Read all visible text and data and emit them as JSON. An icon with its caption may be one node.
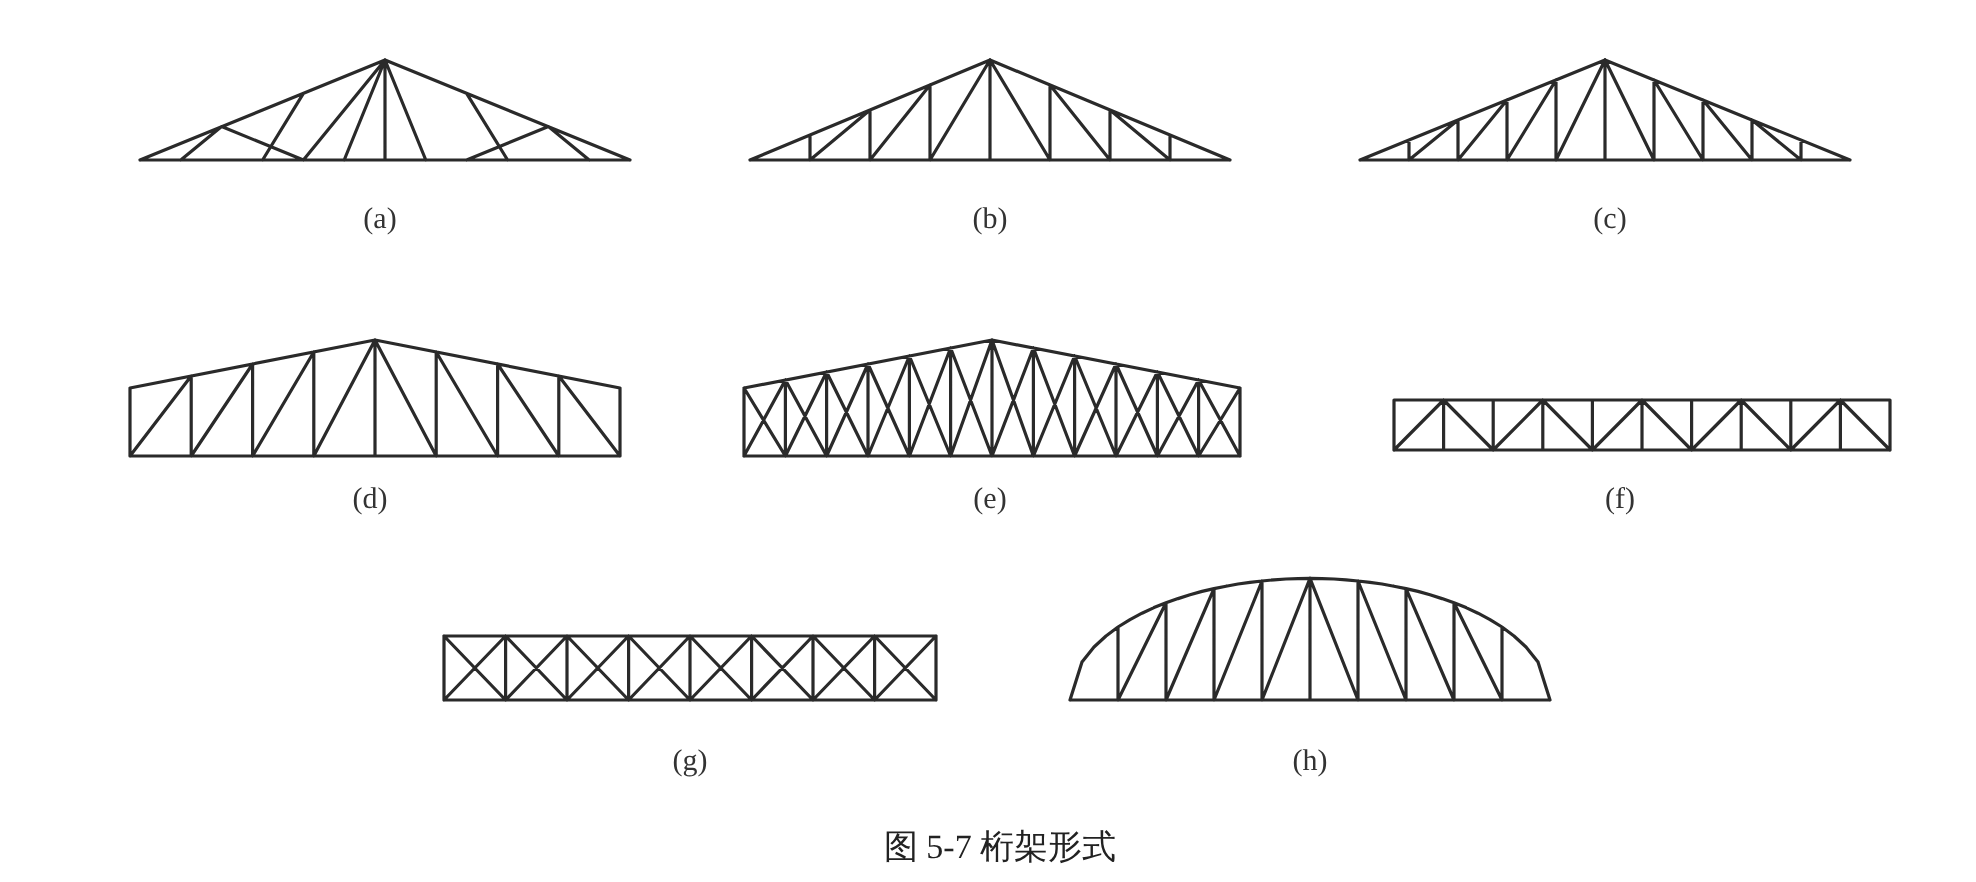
{
  "diagram": {
    "caption": "图 5-7 桁架形式",
    "labels": [
      "(a)",
      "(b)",
      "(c)",
      "(d)",
      "(e)",
      "(f)",
      "(g)",
      "(h)"
    ]
  }
}
